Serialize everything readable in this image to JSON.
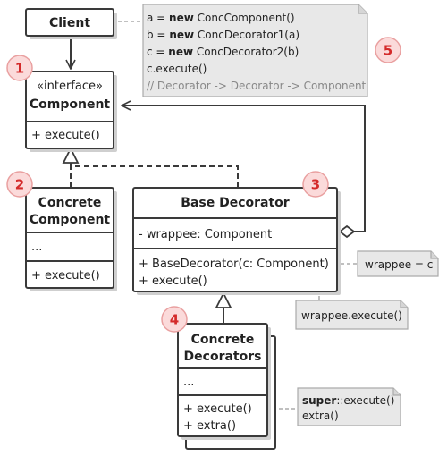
{
  "client": {
    "title": "Client"
  },
  "component": {
    "stereotype": "«interface»",
    "title": "Component",
    "methods": [
      "+ execute()"
    ]
  },
  "concrete_component": {
    "title_line1": "Concrete",
    "title_line2": "Component",
    "fields": [
      "..."
    ],
    "methods": [
      "+ execute()"
    ]
  },
  "base_decorator": {
    "title": "Base Decorator",
    "fields": [
      "- wrappee: Component"
    ],
    "methods": [
      "+ BaseDecorator(c: Component)",
      "+ execute()"
    ]
  },
  "concrete_decorators": {
    "title_line1": "Concrete",
    "title_line2": "Decorators",
    "fields": [
      "..."
    ],
    "methods": [
      "+ execute()",
      "+ extra()"
    ]
  },
  "client_note": {
    "lines": [
      {
        "pre": "a = ",
        "kw": "new",
        "post": " ConcComponent()"
      },
      {
        "pre": "b = ",
        "kw": "new",
        "post": " ConcDecorator1(a)"
      },
      {
        "pre": "c = ",
        "kw": "new",
        "post": " ConcDecorator2(b)"
      },
      {
        "pre": "c.execute()",
        "kw": "",
        "post": ""
      }
    ],
    "comment": "// Decorator -> Decorator -> Component"
  },
  "constructor_note": {
    "text": "wrappee = c"
  },
  "execute_note": {
    "text": "wrappee.execute()"
  },
  "extra_note": {
    "kw": "super",
    "line1_rest": "::execute()",
    "line2": "extra()"
  },
  "badges": [
    "1",
    "2",
    "3",
    "4",
    "5"
  ],
  "colors": {
    "box_fill": "#ffffff",
    "box_stroke": "#3a3a3a",
    "shadow": "#cfcfcf",
    "note_fill": "#e8e8e8",
    "note_stroke": "#aaaaaa",
    "note_text": "#333333",
    "comment_text": "#888888",
    "badge_fill": "#fbdada",
    "badge_stroke": "#e9a0a0",
    "badge_text": "#d42a2a"
  }
}
